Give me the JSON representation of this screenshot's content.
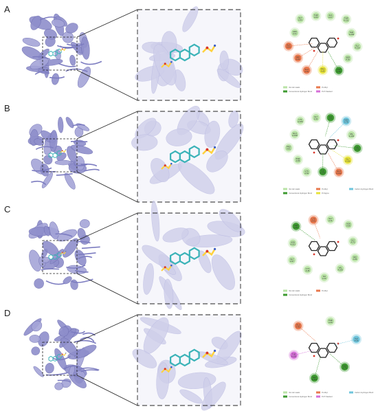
{
  "panels": [
    {
      "letter": "A",
      "residues": [
        {
          "label": "ALA A:27",
          "kind": "vdw"
        },
        {
          "label": "THR A:211",
          "kind": "vdw"
        },
        {
          "label": "THR A:209",
          "kind": "vdw"
        },
        {
          "label": "GLY A:210",
          "kind": "vdw"
        },
        {
          "label": "SER A:26",
          "kind": "vdw"
        },
        {
          "label": "ASP A:28",
          "kind": "hbond"
        },
        {
          "label": "PRO A:65",
          "kind": "pisigma"
        },
        {
          "label": "ALA A:61",
          "kind": "alkyl"
        },
        {
          "label": "LEU A:62",
          "kind": "alkyl"
        },
        {
          "label": "ALA A:64",
          "kind": "alkyl"
        },
        {
          "label": "ARG A:21",
          "kind": "vdw"
        },
        {
          "label": "GLY A:31",
          "kind": "vdw"
        },
        {
          "label": "THR A:63",
          "kind": "vdw"
        }
      ],
      "legend": [
        "Van der waals",
        "Conventional Hydrogen Bond",
        "Pi-Alkyl",
        "Pi-Pi Stacked"
      ]
    },
    {
      "letter": "B",
      "residues": [
        {
          "label": "ALA A:77",
          "kind": "hbond"
        },
        {
          "label": "ASN A:78",
          "kind": "carbon"
        },
        {
          "label": "VAL A:103",
          "kind": "vdw"
        },
        {
          "label": "LEU A:79",
          "kind": "hbond"
        },
        {
          "label": "GLY A:106",
          "kind": "pisigma"
        },
        {
          "label": "GLU A:102",
          "kind": "alkyl"
        },
        {
          "label": "ILE A:107",
          "kind": "hbond"
        },
        {
          "label": "LYS A:54",
          "kind": "vdw"
        },
        {
          "label": "PHE A:55",
          "kind": "vdw"
        },
        {
          "label": "PRO A:81",
          "kind": "vdw"
        },
        {
          "label": "GLU A:158",
          "kind": "vdw"
        },
        {
          "label": "LYS A:155",
          "kind": "vdw"
        },
        {
          "label": "GLY A:11",
          "kind": "vdw"
        }
      ],
      "legend": [
        "Van der waals",
        "Conventional Hydrogen Bond",
        "Pi-Alkyl",
        "Pi-Sigma",
        "Carbon Hydrogen Bond"
      ]
    },
    {
      "letter": "C",
      "residues": [
        {
          "label": "GLY A:11",
          "kind": "vdw"
        },
        {
          "label": "ASN A:58",
          "kind": "vdw"
        },
        {
          "label": "GLY A:70",
          "kind": "vdw"
        },
        {
          "label": "LEU A:86",
          "kind": "vdw"
        },
        {
          "label": "VAL A:106",
          "kind": "vdw"
        },
        {
          "label": "ILE A:12",
          "kind": "vdw"
        },
        {
          "label": "CYS A:45",
          "kind": "vdw"
        },
        {
          "label": "GLY A:97",
          "kind": "vdw"
        },
        {
          "label": "ASN A:101",
          "kind": "vdw"
        },
        {
          "label": "ASP A:83",
          "kind": "hbond"
        },
        {
          "label": "LYS A:41",
          "kind": "alkyl"
        }
      ],
      "legend": [
        "Van der waals",
        "Conventional Hydrogen Bond",
        "Pi-Alkyl"
      ]
    },
    {
      "letter": "D",
      "residues": [
        {
          "label": "PHE A:40",
          "kind": "vdw"
        },
        {
          "label": "ALA A:56",
          "kind": "carbon"
        },
        {
          "label": "ASN A:78",
          "kind": "hbond"
        },
        {
          "label": "LEU A:119",
          "kind": "hbond"
        },
        {
          "label": "TYR A:120",
          "kind": "pistack"
        },
        {
          "label": "GLU A:81",
          "kind": "alkyl"
        }
      ],
      "legend": [
        "Van der waals",
        "Conventional Hydrogen Bond",
        "Pi-Alkyl",
        "Pi-Pi Stacked",
        "Carbon Hydrogen Bond"
      ]
    }
  ],
  "colors": {
    "protein": "#8e8ecb",
    "protein_light": "#cfcfea",
    "ligand": "#3bb3b8",
    "residue_fill": "#ffd23f",
    "vdw": "#b9e3a6",
    "hbond": "#3d9a30",
    "alkyl": "#e8784d",
    "pistack": "#d56ed8",
    "pisigma": "#e6e23a",
    "carbon": "#6fc5dc"
  }
}
